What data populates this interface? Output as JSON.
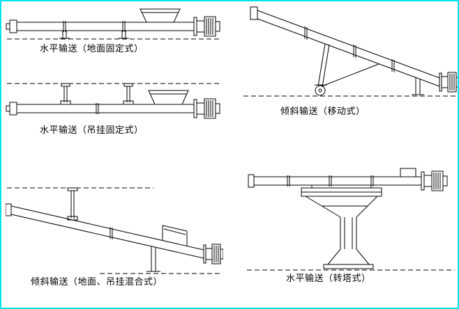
{
  "page": {
    "background": "#ffffff",
    "border_color": "#00e4ee",
    "line_color": "#000000"
  },
  "figures": [
    {
      "id": "horizontal-ground-fixed",
      "label": "水平输送（地面固定式）"
    },
    {
      "id": "horizontal-hanging-fixed",
      "label": "水平输送（吊挂固定式）"
    },
    {
      "id": "inclined-mixed",
      "label": "倾斜输送（地面、吊挂混合式）"
    },
    {
      "id": "inclined-mobile",
      "label": "倾斜输送（移动式）"
    },
    {
      "id": "horizontal-turret",
      "label": "水平输送（转塔式）"
    }
  ]
}
